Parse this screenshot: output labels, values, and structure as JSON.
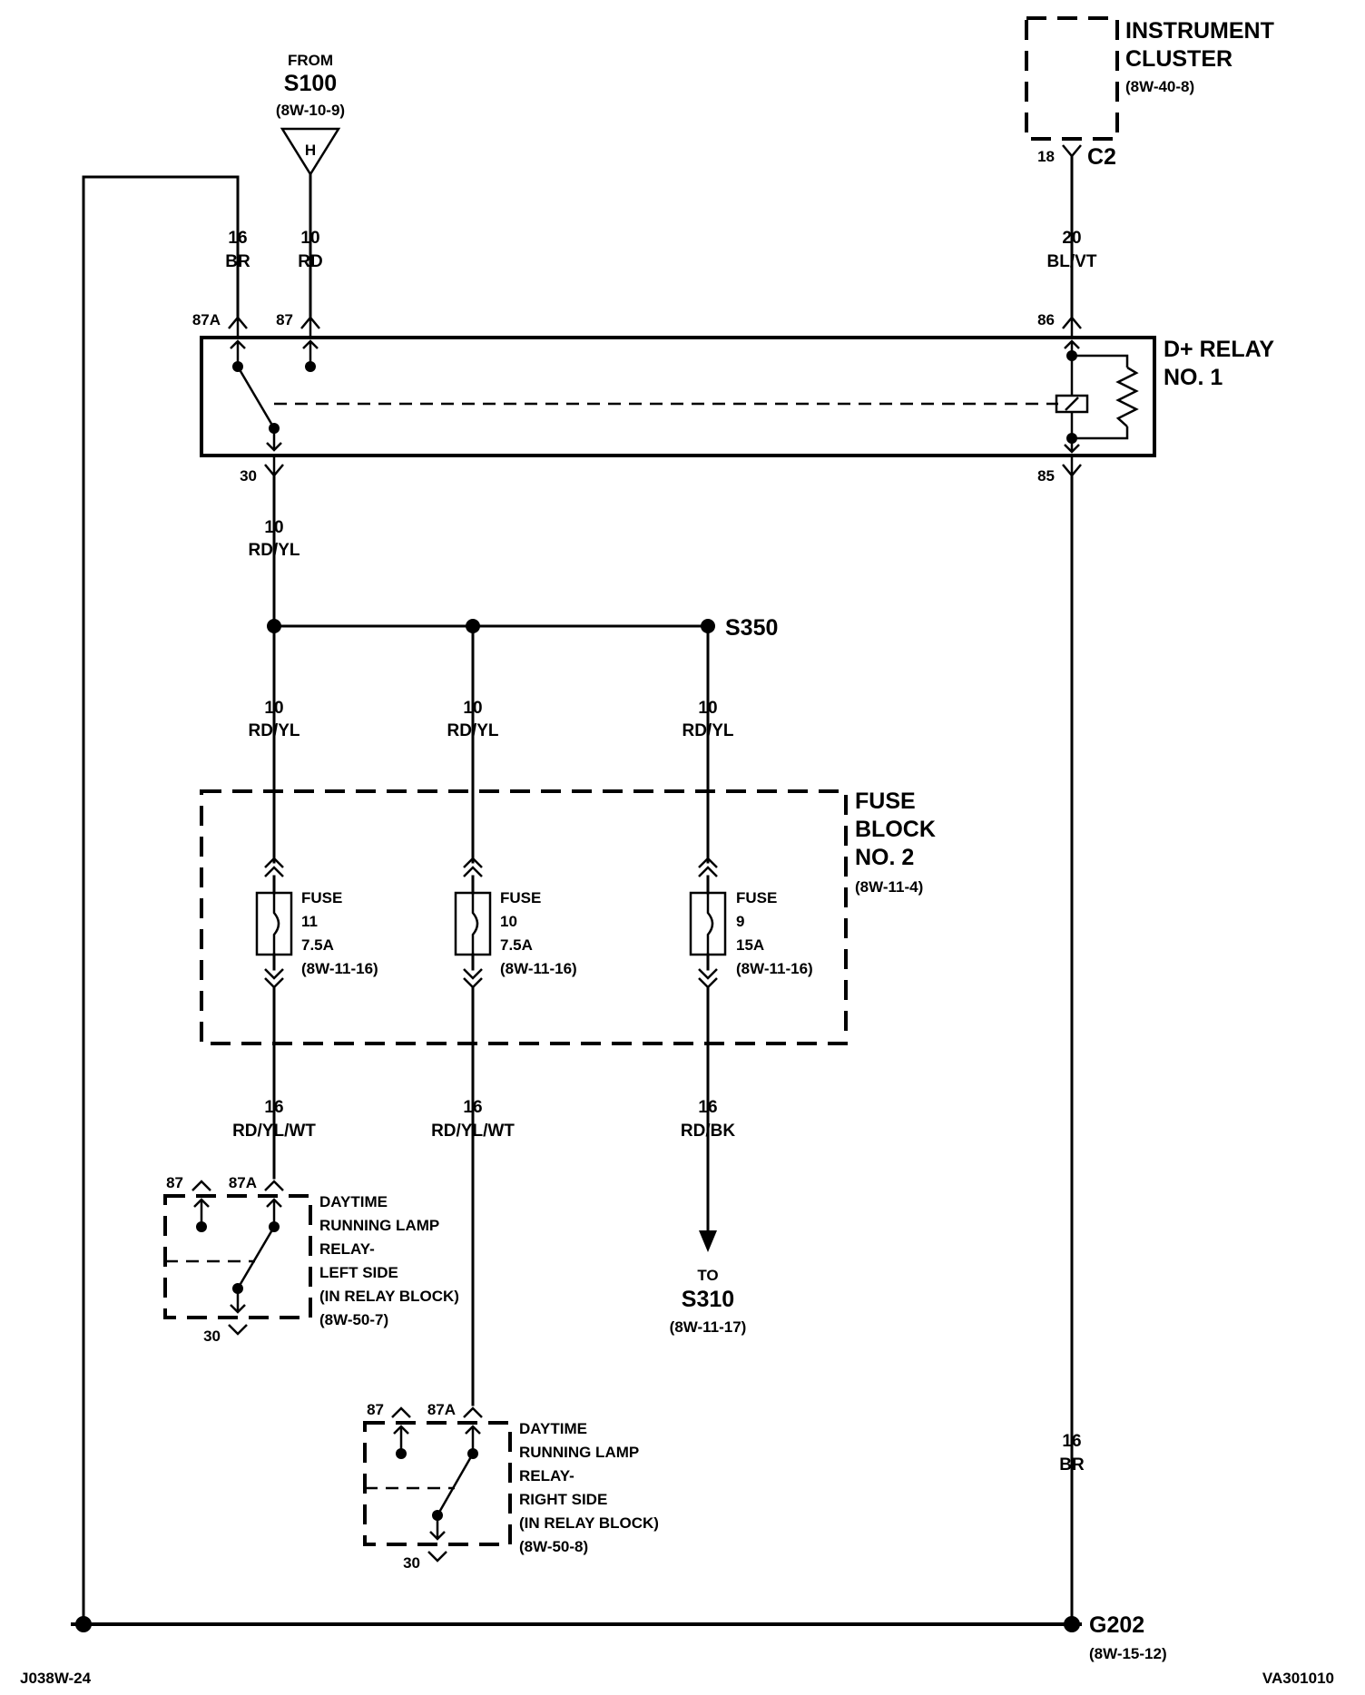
{
  "from_block": {
    "label": "FROM",
    "splice": "S100",
    "ref": "(8W-10-9)",
    "connector": "H"
  },
  "instrument_cluster": {
    "line1": "INSTRUMENT",
    "line2": "CLUSTER",
    "ref": "(8W-40-8)",
    "pin": "18",
    "connector": "C2"
  },
  "relay": {
    "name_line1": "D+ RELAY",
    "name_line2": "NO. 1",
    "pin_87a": "87A",
    "pin_87": "87",
    "pin_86": "86",
    "pin_30": "30",
    "pin_85": "85"
  },
  "wires": {
    "br_top": {
      "gauge": "16",
      "color": "BR"
    },
    "rd_top": {
      "gauge": "10",
      "color": "RD"
    },
    "blvt": {
      "gauge": "20",
      "color": "BL/VT"
    },
    "rdyl_main": {
      "gauge": "10",
      "color": "RD/YL"
    },
    "rdyl_1": {
      "gauge": "10",
      "color": "RD/YL"
    },
    "rdyl_2": {
      "gauge": "10",
      "color": "RD/YL"
    },
    "rdyl_3": {
      "gauge": "10",
      "color": "RD/YL"
    },
    "rdylwt_1": {
      "gauge": "16",
      "color": "RD/YL/WT"
    },
    "rdylwt_2": {
      "gauge": "16",
      "color": "RD/YL/WT"
    },
    "rdbk": {
      "gauge": "16",
      "color": "RD/BK"
    },
    "br_right": {
      "gauge": "16",
      "color": "BR"
    }
  },
  "splice_s350": "S350",
  "fuse_block": {
    "line1": "FUSE",
    "line2": "BLOCK",
    "line3": "NO. 2",
    "ref": "(8W-11-4)"
  },
  "fuses": [
    {
      "label": "FUSE",
      "number": "11",
      "rating": "7.5A",
      "ref": "(8W-11-16)"
    },
    {
      "label": "FUSE",
      "number": "10",
      "rating": "7.5A",
      "ref": "(8W-11-16)"
    },
    {
      "label": "FUSE",
      "number": "9",
      "rating": "15A",
      "ref": "(8W-11-16)"
    }
  ],
  "to_block": {
    "label": "TO",
    "splice": "S310",
    "ref": "(8W-11-17)"
  },
  "drl_left": {
    "pin_87": "87",
    "pin_87a": "87A",
    "pin_30": "30",
    "line1": "DAYTIME",
    "line2": "RUNNING LAMP",
    "line3": "RELAY-",
    "line4": "LEFT SIDE",
    "line5": "(IN RELAY BLOCK)",
    "ref": "(8W-50-7)"
  },
  "drl_right": {
    "pin_87": "87",
    "pin_87a": "87A",
    "pin_30": "30",
    "line1": "DAYTIME",
    "line2": "RUNNING LAMP",
    "line3": "RELAY-",
    "line4": "RIGHT SIDE",
    "line5": "(IN RELAY BLOCK)",
    "ref": "(8W-50-8)"
  },
  "ground": {
    "name": "G202",
    "ref": "(8W-15-12)"
  },
  "footer": {
    "left": "J038W-24",
    "right": "VA301010"
  }
}
